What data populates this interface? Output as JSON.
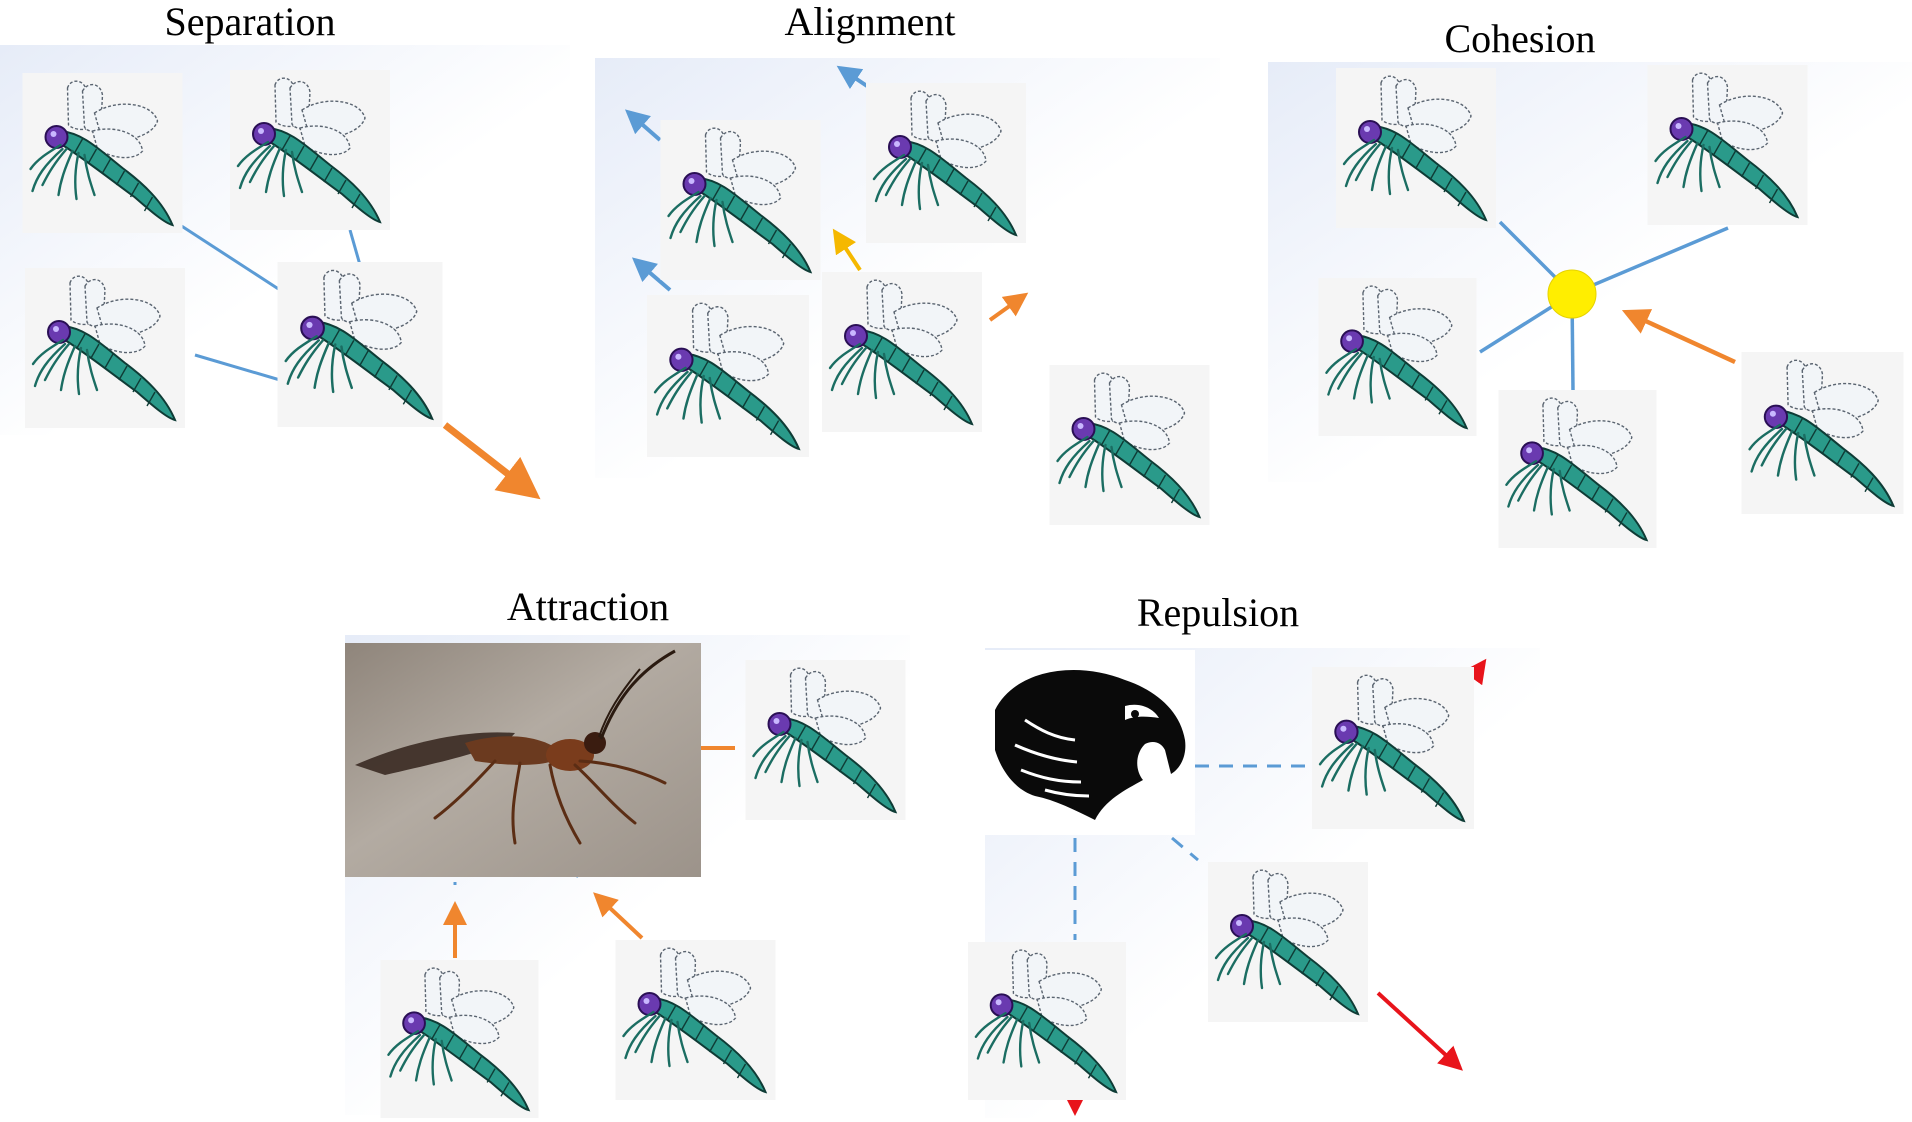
{
  "diagram": {
    "panels": [
      {
        "id": "separation",
        "title": "Separation"
      },
      {
        "id": "alignment",
        "title": "Alignment"
      },
      {
        "id": "cohesion",
        "title": "Cohesion"
      },
      {
        "id": "attraction",
        "title": "Attraction"
      },
      {
        "id": "repulsion",
        "title": "Repulsion"
      }
    ],
    "colors": {
      "link_blue": "#5b9bd5",
      "arrow_orange": "#f0862e",
      "arrow_yellow": "#f5b800",
      "arrow_red": "#e8141b",
      "center_point": "#ffee00",
      "dragonfly_body": "#2a9a8a",
      "dragonfly_eye": "#6a3ab0",
      "predator": "#000000",
      "prey_body": "#6b3a1f"
    },
    "icons": [
      "dragonfly-icon",
      "prey-insect-icon",
      "eagle-predator-icon"
    ]
  }
}
